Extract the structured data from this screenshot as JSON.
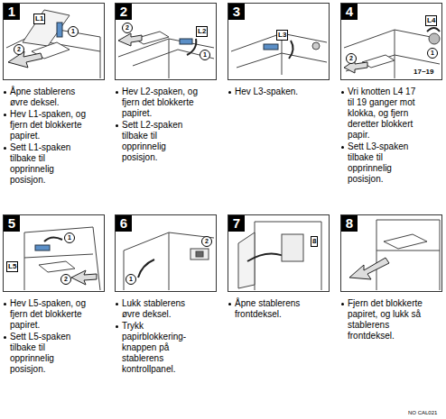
{
  "diagram": {
    "nodes": [
      {
        "text": [
          "1",
          "Åpne stablerens øvre deksel.",
          "Hev L1-spaken, og fjern det blokkerte papiret.",
          "Sett L1-spaken tilbake til opprinnelig posisjon."
        ]
      },
      {
        "text": [
          "2",
          "Hev L2-spaken, og fjern det blokkerte papiret.",
          "Sett L2-spaken tilbake til opprinnelig posisjon."
        ]
      },
      {
        "text": [
          "3",
          "Hev L3-spaken."
        ]
      },
      {
        "text": [
          "4",
          "Vri knotten L4 17 til 19 ganger mot klokka, og fjern deretter blokkert papir.",
          "Sett L3-spaken tilbake til opprinnelig posisjon."
        ]
      },
      {
        "text": [
          "5",
          "Hev L5-spaken, og fjern det blokkerte papiret.",
          "Sett L5-spaken tilbake til opprinnelig posisjon."
        ]
      },
      {
        "text": [
          "6",
          "Lukk stablerens øvre deksel.",
          "Trykk papirblokkering-knappen på stablerens kontrollpanel."
        ]
      },
      {
        "text": [
          "7",
          "Åpne stablerens frontdeksel."
        ]
      },
      {
        "text": [
          "8",
          "Fjern det blokkerte papiret, og lukk så stablerens frontdeksel."
        ]
      }
    ],
    "labels": [
      "L1",
      "1",
      "2",
      "L2",
      "1",
      "2",
      "L3",
      "L4",
      "1",
      "2",
      "17~19",
      "L5",
      "1",
      "2",
      "2",
      "1",
      "8",
      "NO CAL021"
    ]
  }
}
